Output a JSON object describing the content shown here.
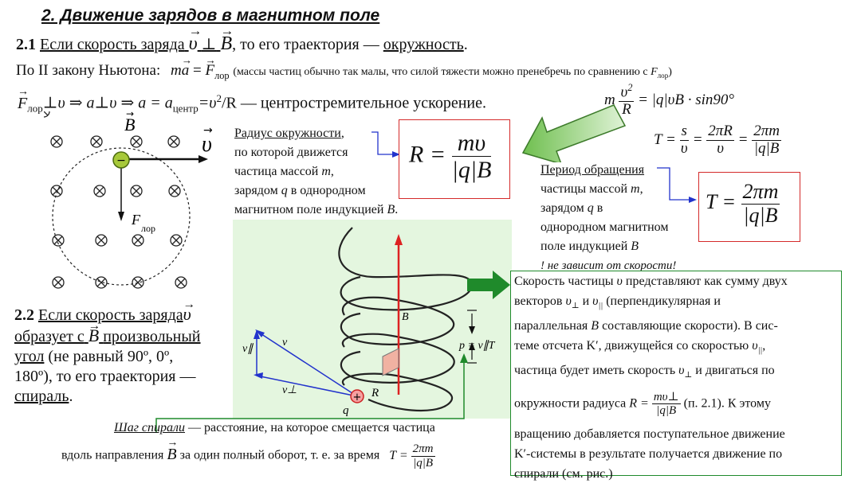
{
  "section2": {
    "title": "2. Движение зарядов в магнитном поле"
  },
  "s21": {
    "num": "2.1",
    "text_a": "Если скорость заряда",
    "perp": "⊥",
    "text_b": ", то его траектория —",
    "circle": "окружность",
    "dot": "."
  },
  "newton": {
    "label": "По II закону Ньютона:",
    "lhs": "ma",
    "eq": "=",
    "F": "F",
    "F_sub": "лор",
    "note": "(массы частиц обычно так малы, что силой тяжести можно пренебречь по сравнению с",
    "note_F": "F",
    "note_sub": "лор",
    "note_end": ")"
  },
  "centripetal": {
    "F": "F",
    "F_sub": "лор",
    "part1": "⊥υ ⇒ a⊥υ ⇒ a = a",
    "a_sub": "центр",
    "part2": "=υ",
    "sq": "2",
    "part3": "/R — центростремительное ускорение."
  },
  "force_eq": {
    "m": "m",
    "num": "υ",
    "num_sq": "2",
    "den": "R",
    "rhs": "= |q|υB · sin90°"
  },
  "period_derive": {
    "T": "T =",
    "f1_num": "s",
    "f1_den": "υ",
    "eq": "=",
    "f2_num": "2πR",
    "f2_den": "υ",
    "f3_num": "2πm",
    "f3_den": "|q|B"
  },
  "radius_desc": {
    "line1": "Радиус окружности",
    "line1_end": ",",
    "line2": "по которой движется",
    "line3": "частица массой",
    "line3_var": "m",
    "line3_end": ",",
    "line4": "зарядом",
    "line4_var": "q",
    "line4_end": "в однородном",
    "line5": "магнитном поле индукцией",
    "line5_var": "B",
    "line5_end": "."
  },
  "radius_formula": {
    "R": "R =",
    "num": "mυ",
    "den": "|q|B"
  },
  "period_desc": {
    "line1": "Период обращения",
    "line2": "частицы массой",
    "line2_var": "m",
    "line2_end": ",",
    "line3": "зарядом",
    "line3_var": "q",
    "line3_end": "в",
    "line4": "однородном магнитном",
    "line5": "поле индукцией",
    "line5_var": "B",
    "note": "! не зависит от скорости!"
  },
  "period_formula": {
    "T": "T =",
    "num": "2πm",
    "den": "|q|B"
  },
  "circle_fig": {
    "B_label": "B",
    "v_label": "υ",
    "F_label": "F",
    "F_sub": "лор",
    "charge": "−"
  },
  "s22": {
    "num": "2.2",
    "line1": "Если скорость заряда",
    "line2a": "образует с",
    "line2b": "произвольный",
    "line3a": "угол",
    "line3b": "(не равный 90º, 0º,",
    "line4a": "180º), то его траектория —",
    "line5": "спираль",
    "line5_end": "."
  },
  "helix_fig": {
    "B": "B",
    "v": "v",
    "v_par": "v∥",
    "v_perp": "v⊥",
    "R": "R",
    "q": "q",
    "pitch": "p = v∥T",
    "charge": "+"
  },
  "velocity_box": {
    "l1a": "Скорость частицы",
    "l1b": "представляют как сумму двух",
    "l2a": "векторов",
    "l2b": "и",
    "l2c": "(перпендикулярная и",
    "l3a": "параллельная",
    "l3b": "составляющие скорости). В сис-",
    "l4a": "теме отсчета K′, движущейся со скоростью",
    "l5a": "частица будет иметь скорость",
    "l5b": "и двигаться по",
    "l6a": "окружности радиуса",
    "l6_R": "R =",
    "l6_num": "mυ⊥",
    "l6_den": "|q|B",
    "l6b": "(п. 2.1). К этому",
    "l7": "вращению добавляется поступательное движение",
    "l8": "K′-системы в результате получается движение по",
    "l9": "спирали (см. рис.)"
  },
  "pitch_text": {
    "term": "Шаг спирали",
    "l1": "— расстояние, на которое смещается частица",
    "l2a": "вдоль направления",
    "l2b": "за один полный оборот, т. е. за время",
    "T": "T =",
    "num": "2πm",
    "den": "|q|B"
  },
  "colors": {
    "red_box": "#d42a2a",
    "green_box": "#1f8a2b",
    "green_bg": "#e4f6df",
    "arrow_blue": "#2233cc"
  }
}
